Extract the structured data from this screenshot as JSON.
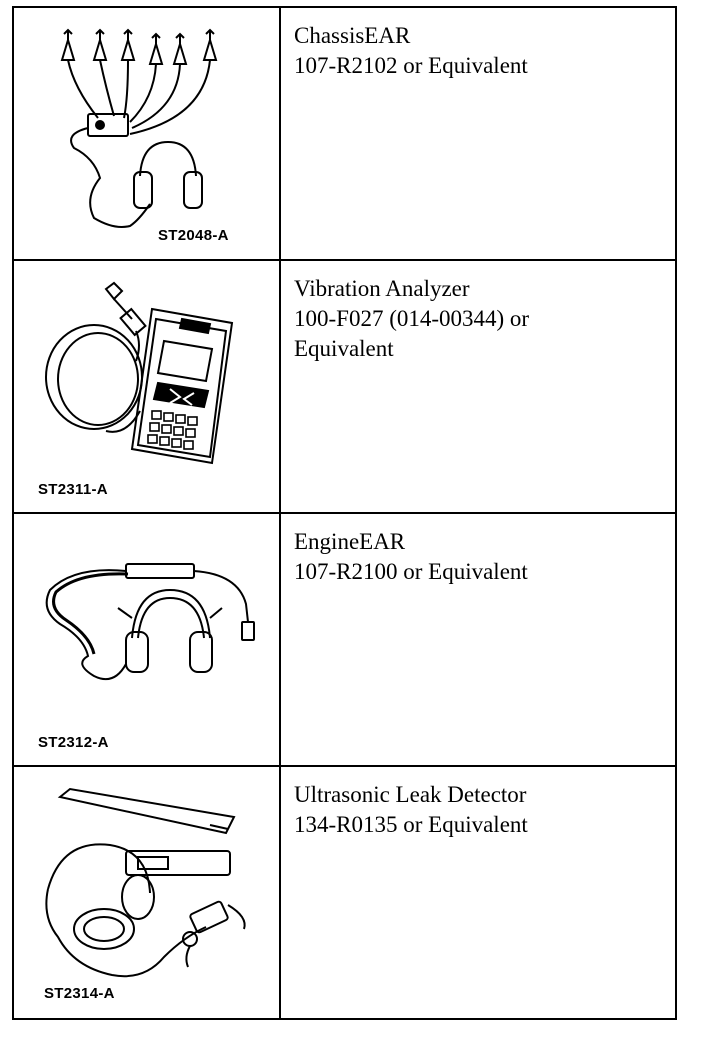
{
  "rows": [
    {
      "code": "ST2048-A",
      "lines": [
        "ChassisEAR",
        "107-R2102 or Equivalent"
      ],
      "icon": "chassisear-icon"
    },
    {
      "code": "ST2311-A",
      "lines": [
        "Vibration Analyzer",
        "100-F027 (014-00344) or",
        "Equivalent"
      ],
      "icon": "vibration-analyzer-icon"
    },
    {
      "code": "ST2312-A",
      "lines": [
        "EngineEAR",
        "107-R2100 or Equivalent"
      ],
      "icon": "engineear-icon"
    },
    {
      "code": "ST2314-A",
      "lines": [
        "Ultrasonic Leak Detector",
        "134-R0135 or Equivalent"
      ],
      "icon": "ultrasonic-leak-detector-icon"
    }
  ]
}
